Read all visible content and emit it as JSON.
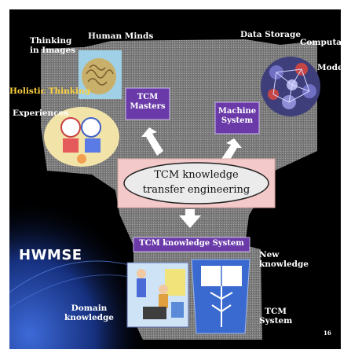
{
  "labels": {
    "thinking_in_images": "Thinking\nin Images",
    "human_minds": "Human Minds",
    "data_storage": "Data Storage",
    "computation": "Computation",
    "modeling": "Modeling",
    "holistic_thinking": "Holistic Thinking",
    "experiences": "Experiences",
    "tcm_masters": "TCM\nMasters",
    "machine_system": "Machine\nSystem",
    "transfer_engineering": "TCM knowledge\ntransfer engineering",
    "knowledge_system": "TCM knowledge System",
    "new_knowledge": "New\nknowledge",
    "domain_knowledge": "Domain\nknowledge",
    "tcm_system": "TCM\nSystem",
    "page_number": "16",
    "hwmse": "HWMSE"
  },
  "colors": {
    "background": "#000000",
    "panel_gray": "#8a8a8a",
    "box_purple": "#6a3aa8",
    "highlight_yellow": "#ffd23f",
    "band_pink": "#f4c9c9",
    "hwmse_blue": "#1e3b8f"
  }
}
